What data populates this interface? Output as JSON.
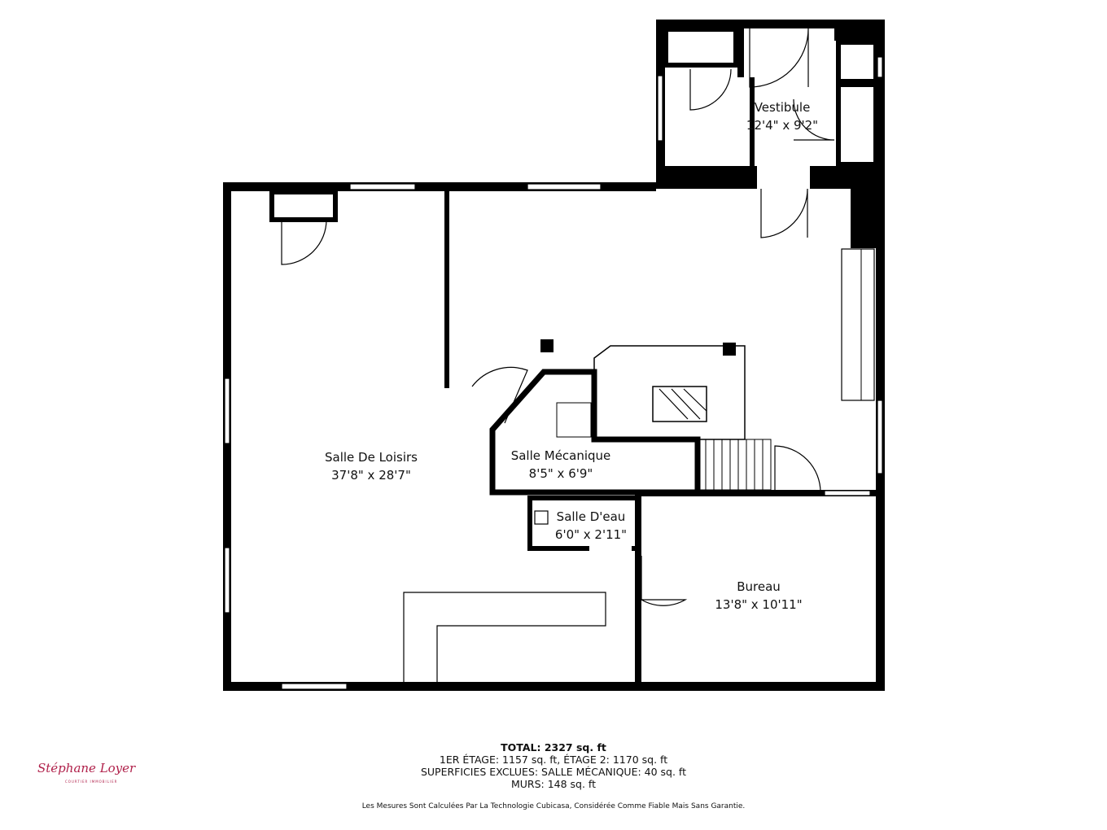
{
  "rooms": [
    {
      "name": "Vestibule",
      "dims": "12'4\" x 9'2\""
    },
    {
      "name": "Salle De Loisirs",
      "dims": "37'8\" x 28'7\""
    },
    {
      "name": "Salle Mécanique",
      "dims": "8'5\" x 6'9\""
    },
    {
      "name": "Salle D'eau",
      "dims": "6'0\" x 2'11\""
    },
    {
      "name": "Bureau",
      "dims": "13'8\" x 10'11\""
    }
  ],
  "summary": {
    "total": "TOTAL: 2327 sq. ft",
    "floors": "1ER ÉTAGE: 1157 sq. ft, ÉTAGE 2: 1170 sq. ft",
    "excluded": "SUPERFICIES EXCLUES: SALLE MÉCANIQUE: 40 sq. ft",
    "walls": "MURS: 148 sq. ft",
    "disclaimer": "Les Mesures Sont Calculées Par La Technologie Cubicasa, Considérée Comme Fiable Mais Sans Garantie."
  },
  "logo": {
    "signature": "Stéphane Loyer",
    "subtitle": "COURTIER IMMOBILIER"
  },
  "colors": {
    "wall": "#000000",
    "logo": "#b0204a"
  }
}
